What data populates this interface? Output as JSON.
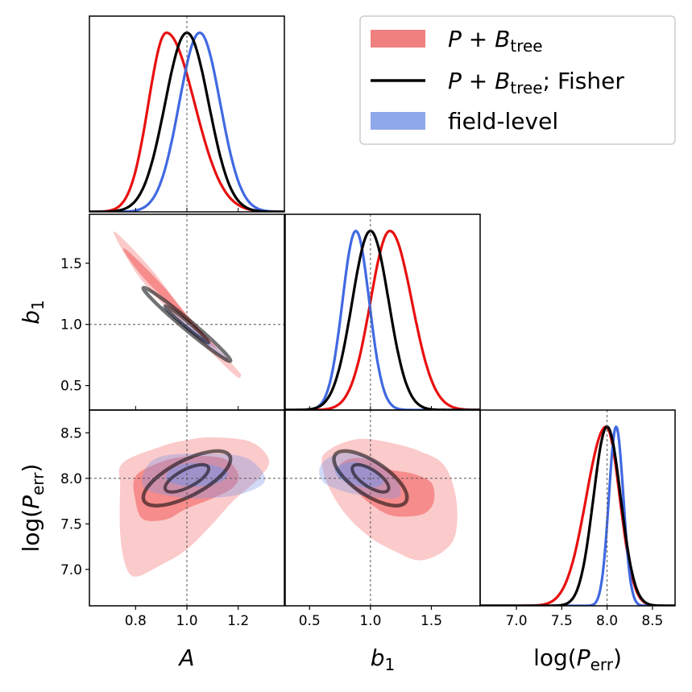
{
  "chart_data": {
    "type": "corner",
    "parameters": [
      "A",
      "b1",
      "log(P_err)"
    ],
    "axis_labels": {
      "A": {
        "main": "A",
        "sub": ""
      },
      "b1": {
        "main": "b",
        "sub": "1"
      },
      "logP": {
        "main": "log(P",
        "sub": "err",
        "close": ")"
      }
    },
    "ranges": {
      "A": [
        0.62,
        1.38
      ],
      "b1": [
        0.3,
        1.9
      ],
      "logP": [
        6.6,
        8.75
      ]
    },
    "ticks": {
      "A": [
        "0.8",
        "1.0",
        "1.2"
      ],
      "b1_x": [
        "0.5",
        "1.0",
        "1.5"
      ],
      "b1_y": [
        "0.5",
        "1.0",
        "1.5"
      ],
      "logP_x": [
        "7.0",
        "7.5",
        "8.0",
        "8.5"
      ],
      "logP_y": [
        "7.0",
        "7.5",
        "8.0",
        "8.5"
      ]
    },
    "truth": {
      "A": 1.0,
      "b1": 1.0,
      "logP": 8.0
    },
    "legend": {
      "placement": "top-right",
      "entries": [
        {
          "main": "P + B",
          "sub": "tree",
          "tail": "",
          "style": "filled",
          "color": "#f08080"
        },
        {
          "main": "P + B",
          "sub": "tree",
          "tail": "; Fisher",
          "style": "line",
          "color": "#000000"
        },
        {
          "main": "field-level",
          "sub": "",
          "tail": "",
          "style": "filled",
          "color": "#8fa8ea"
        }
      ]
    },
    "colors": {
      "pbt": "#e81010",
      "fisher": "#000000",
      "field": "#4169e1",
      "pbt_fill": "#f04040",
      "field_fill": "#7b96e6",
      "overlap": "#7b4fa0"
    },
    "series": [
      {
        "key": "pbt",
        "marginals": {
          "A": {
            "peak": 0.92,
            "sigma_left": 0.07,
            "sigma_right": 0.11
          },
          "b1": {
            "peak": 1.16,
            "sigma_left": 0.16,
            "sigma_right": 0.18
          },
          "logP": {
            "peak": 7.99,
            "sigma_left": 0.22,
            "sigma_right": 0.15
          }
        }
      },
      {
        "key": "fisher",
        "marginals": {
          "A": {
            "peak": 1.0,
            "sigma_left": 0.085,
            "sigma_right": 0.085
          },
          "b1": {
            "peak": 1.0,
            "sigma_left": 0.15,
            "sigma_right": 0.15
          },
          "logP": {
            "peak": 8.0,
            "sigma_left": 0.15,
            "sigma_right": 0.15
          }
        }
      },
      {
        "key": "field",
        "marginals": {
          "A": {
            "peak": 1.05,
            "sigma_left": 0.08,
            "sigma_right": 0.08
          },
          "b1": {
            "peak": 0.88,
            "sigma_left": 0.11,
            "sigma_right": 0.11
          },
          "logP": {
            "peak": 8.1,
            "sigma_left": 0.08,
            "sigma_right": 0.08
          }
        }
      }
    ],
    "contours_2d": {
      "A_b1": {
        "pbt": [
          {
            "level": "2sigma",
            "points": [
              [
                0.72,
                1.72
              ],
              [
                0.74,
                1.72
              ],
              [
                0.87,
                1.43
              ],
              [
                1.0,
                1.07
              ],
              [
                1.1,
                0.85
              ],
              [
                1.2,
                0.62
              ],
              [
                1.21,
                0.58
              ],
              [
                1.19,
                0.58
              ],
              [
                1.08,
                0.8
              ],
              [
                0.96,
                1.05
              ],
              [
                0.82,
                1.37
              ]
            ]
          },
          {
            "level": "1sigma",
            "points": [
              [
                0.77,
                1.6
              ],
              [
                0.9,
                1.33
              ],
              [
                1.02,
                1.03
              ],
              [
                1.11,
                0.82
              ],
              [
                1.12,
                0.8
              ],
              [
                1.09,
                0.84
              ],
              [
                0.98,
                1.07
              ],
              [
                0.84,
                1.36
              ],
              [
                0.76,
                1.58
              ]
            ]
          }
        ],
        "fisher": [
          {
            "level": "2sigma",
            "cx": 1.0,
            "cy": 1.0,
            "sx": 0.17,
            "sy": 0.3,
            "rho": -0.985
          },
          {
            "level": "1sigma",
            "cx": 1.0,
            "cy": 1.0,
            "sx": 0.085,
            "sy": 0.15,
            "rho": -0.985
          }
        ],
        "field": [
          {
            "level": "2sigma",
            "cx": 1.03,
            "cy": 0.93,
            "sx": 0.13,
            "sy": 0.22,
            "rho": -0.99
          },
          {
            "level": "1sigma",
            "cx": 1.03,
            "cy": 0.93,
            "sx": 0.065,
            "sy": 0.11,
            "rho": -0.99
          }
        ]
      },
      "A_logP": {
        "pbt": [
          {
            "level": "2sigma",
            "points": [
              [
                0.8,
                6.92
              ],
              [
                0.9,
                7.05
              ],
              [
                1.0,
                7.22
              ],
              [
                1.1,
                7.5
              ],
              [
                1.18,
                7.75
              ],
              [
                1.28,
                8.0
              ],
              [
                1.32,
                8.2
              ],
              [
                1.25,
                8.4
              ],
              [
                1.1,
                8.45
              ],
              [
                1.0,
                8.42
              ],
              [
                0.9,
                8.35
              ],
              [
                0.75,
                8.17
              ],
              [
                0.74,
                7.9
              ],
              [
                0.74,
                7.4
              ],
              [
                0.76,
                7.05
              ]
            ]
          },
          {
            "level": "1sigma",
            "points": [
              [
                0.83,
                7.55
              ],
              [
                0.92,
                7.55
              ],
              [
                1.0,
                7.67
              ],
              [
                1.1,
                7.78
              ],
              [
                1.18,
                7.9
              ],
              [
                1.2,
                8.05
              ],
              [
                1.14,
                8.22
              ],
              [
                1.0,
                8.24
              ],
              [
                0.9,
                8.18
              ],
              [
                0.8,
                8.02
              ],
              [
                0.8,
                7.75
              ]
            ]
          }
        ],
        "fisher": [
          {
            "level": "2sigma",
            "cx": 1.0,
            "cy": 8.0,
            "sx": 0.17,
            "sy": 0.3,
            "rho": 0.7
          },
          {
            "level": "1sigma",
            "cx": 1.0,
            "cy": 8.0,
            "sx": 0.085,
            "sy": 0.15,
            "rho": 0.7
          }
        ],
        "field": [
          {
            "level": "2sigma",
            "points": [
              [
                0.84,
                7.88
              ],
              [
                0.95,
                7.8
              ],
              [
                1.05,
                7.78
              ],
              [
                1.2,
                7.82
              ],
              [
                1.3,
                7.95
              ],
              [
                1.28,
                8.12
              ],
              [
                1.2,
                8.25
              ],
              [
                1.0,
                8.27
              ],
              [
                0.88,
                8.22
              ],
              [
                0.83,
                8.05
              ]
            ]
          },
          {
            "level": "1sigma",
            "points": [
              [
                0.93,
                7.96
              ],
              [
                1.02,
                7.91
              ],
              [
                1.12,
                7.95
              ],
              [
                1.16,
                8.05
              ],
              [
                1.12,
                8.13
              ],
              [
                1.02,
                8.17
              ],
              [
                0.95,
                8.12
              ],
              [
                0.92,
                8.04
              ]
            ]
          }
        ]
      },
      "b1_logP": {
        "pbt": [
          {
            "level": "2sigma",
            "points": [
              [
                0.6,
                8.2
              ],
              [
                0.68,
                8.33
              ],
              [
                0.85,
                8.42
              ],
              [
                1.0,
                8.43
              ],
              [
                1.2,
                8.38
              ],
              [
                1.4,
                8.3
              ],
              [
                1.6,
                8.15
              ],
              [
                1.7,
                7.8
              ],
              [
                1.7,
                7.4
              ],
              [
                1.6,
                7.2
              ],
              [
                1.4,
                7.1
              ],
              [
                1.2,
                7.2
              ],
              [
                1.0,
                7.35
              ],
              [
                0.8,
                7.6
              ],
              [
                0.66,
                7.9
              ]
            ]
          },
          {
            "level": "1sigma",
            "points": [
              [
                0.75,
                8.15
              ],
              [
                0.85,
                8.22
              ],
              [
                1.0,
                8.2
              ],
              [
                1.15,
                8.1
              ],
              [
                1.35,
                8.05
              ],
              [
                1.5,
                7.95
              ],
              [
                1.52,
                7.75
              ],
              [
                1.45,
                7.62
              ],
              [
                1.3,
                7.58
              ],
              [
                1.15,
                7.6
              ],
              [
                1.0,
                7.72
              ],
              [
                0.85,
                7.9
              ],
              [
                0.76,
                8.05
              ]
            ]
          }
        ],
        "fisher": [
          {
            "level": "2sigma",
            "cx": 1.0,
            "cy": 8.0,
            "sx": 0.3,
            "sy": 0.3,
            "rho": -0.7
          },
          {
            "level": "1sigma",
            "cx": 1.0,
            "cy": 8.0,
            "sx": 0.15,
            "sy": 0.15,
            "rho": -0.7
          }
        ],
        "field": [
          {
            "level": "2sigma",
            "points": [
              [
                0.58,
                8.1
              ],
              [
                0.65,
                8.22
              ],
              [
                0.8,
                8.28
              ],
              [
                1.0,
                8.22
              ],
              [
                1.2,
                8.0
              ],
              [
                1.25,
                7.85
              ],
              [
                1.2,
                7.78
              ],
              [
                1.0,
                7.8
              ],
              [
                0.8,
                7.85
              ],
              [
                0.62,
                7.95
              ]
            ]
          },
          {
            "level": "1sigma",
            "points": [
              [
                0.72,
                8.12
              ],
              [
                0.85,
                8.18
              ],
              [
                1.0,
                8.12
              ],
              [
                1.1,
                8.0
              ],
              [
                1.08,
                7.92
              ],
              [
                0.95,
                7.9
              ],
              [
                0.8,
                7.96
              ],
              [
                0.72,
                8.04
              ]
            ]
          }
        ]
      }
    }
  }
}
